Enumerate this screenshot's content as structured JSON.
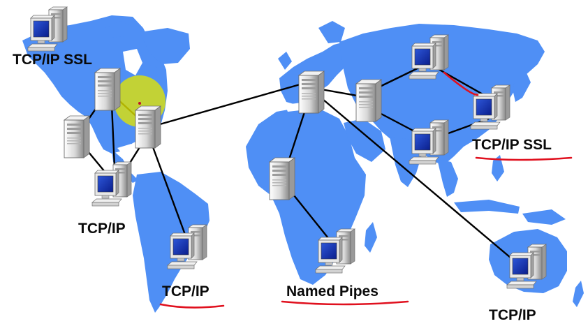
{
  "diagram": {
    "nodes": [
      {
        "id": "na-top-workstation",
        "kind": "workstation",
        "label": "TCP/IP SSL"
      },
      {
        "id": "na-server-1",
        "kind": "server"
      },
      {
        "id": "na-server-2",
        "kind": "server"
      },
      {
        "id": "na-server-3",
        "kind": "server"
      },
      {
        "id": "na-workstation",
        "kind": "workstation",
        "label": "TCP/IP"
      },
      {
        "id": "sa-workstation",
        "kind": "workstation",
        "label": "TCP/IP"
      },
      {
        "id": "eu-server",
        "kind": "server"
      },
      {
        "id": "af-server",
        "kind": "server"
      },
      {
        "id": "af-workstation",
        "kind": "workstation",
        "label": "Named Pipes"
      },
      {
        "id": "asia-server",
        "kind": "server"
      },
      {
        "id": "asia-workstation-top",
        "kind": "workstation"
      },
      {
        "id": "asia-workstation-right",
        "kind": "workstation",
        "label": "TCP/IP SSL"
      },
      {
        "id": "asia-workstation-mid",
        "kind": "workstation"
      },
      {
        "id": "au-workstation",
        "kind": "workstation",
        "label": "TCP/IP"
      }
    ],
    "labels": {
      "na_top": "TCP/IP SSL",
      "na_bottom": "TCP/IP",
      "sa": "TCP/IP",
      "africa": "Named Pipes",
      "asia": "TCP/IP SSL",
      "australia": "TCP/IP"
    },
    "colors": {
      "land": "#4f8ff5",
      "line": "#000000",
      "annotation": "#e0101e",
      "highlight": "#e3e600"
    }
  }
}
